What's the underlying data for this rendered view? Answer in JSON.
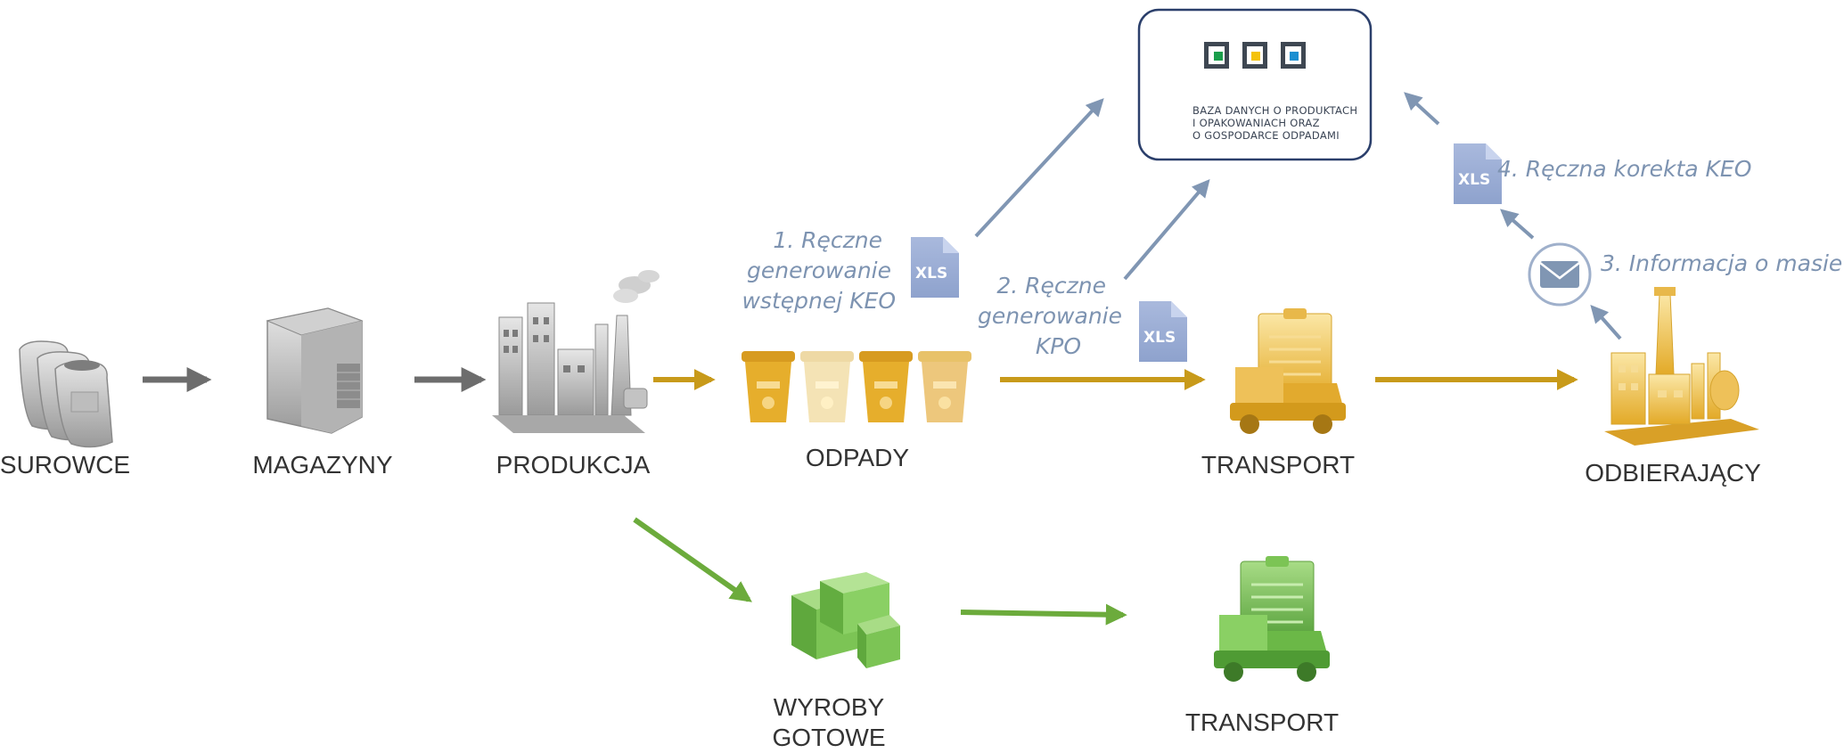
{
  "nodes": {
    "surowce": "SUROWCE",
    "magazyny": "MAGAZYNY",
    "produkcja": "PRODUKCJA",
    "odpady": "ODPADY",
    "transport_top": "TRANSPORT",
    "odbierajacy": "ODBIERAJĄCY",
    "wyroby_line1": "WYROBY",
    "wyroby_line2": "GOTOWE",
    "transport_bottom": "TRANSPORT"
  },
  "bdo": {
    "line1": "BAZA DANYCH O PRODUKTACH",
    "line2": "I OPAKOWANIACH ORAZ",
    "line3": "O GOSPODARCE ODPADAMI"
  },
  "steps": {
    "step1_line1": "1. Ręczne",
    "step1_line2": "generowanie",
    "step1_line3": "wstępnej KEO",
    "step2_line1": "2. Ręczne",
    "step2_line2": "generowanie",
    "step2_line3": "KPO",
    "step3": "3. Informacja o masie",
    "step4": "4. Ręczna korekta KEO"
  },
  "file_badge": "XLS",
  "colors": {
    "grey_flow": "#6d6d6d",
    "waste_flow": "#c89a1a",
    "product_flow": "#6cab3c",
    "info_flow": "#8096b3",
    "bdo_border": "#2b3f6b",
    "bdo_green": "#1a9e4b",
    "bdo_yellow": "#f4c20d",
    "bdo_blue": "#1c8fd1"
  },
  "icons": [
    "sacks-icon",
    "warehouse-icon",
    "factory-icon",
    "waste-bins-icon",
    "truck-icon",
    "processing-plant-icon",
    "boxes-icon",
    "truck-icon",
    "xls-file-icon",
    "envelope-icon",
    "bdo-logo"
  ]
}
